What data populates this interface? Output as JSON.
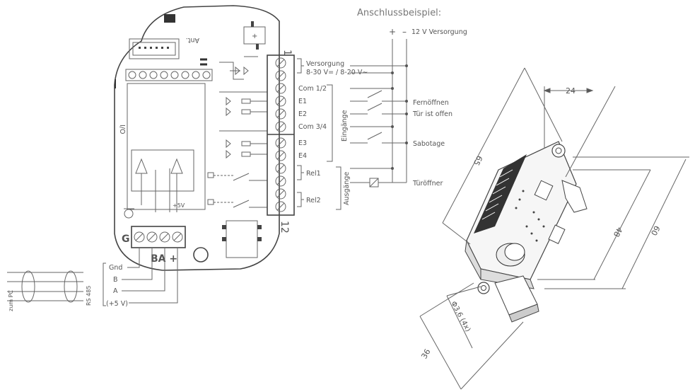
{
  "title": "Anschlussbeispiel:",
  "board": {
    "label_top": "Ant.",
    "label_io": "I/O",
    "label_g": "G",
    "label_ba": "BA +",
    "label_5v": "+5V",
    "terminal_first": "1",
    "terminal_last": "12"
  },
  "supply": {
    "plus": "+",
    "minus": "–",
    "label": "12 V Versorgung"
  },
  "terminals": {
    "versorgung": "Versorgung",
    "versorgung_range": "8-30 V= / 8-20 V∼",
    "com12": "Com 1/2",
    "e1": "E1",
    "e2": "E2",
    "com34": "Com 3/4",
    "e3": "E3",
    "e4": "E4",
    "rel1": "Rel1",
    "rel2": "Rel2",
    "eingaenge": "Eingänge",
    "ausgaenge": "Ausgänge"
  },
  "functions": {
    "fernoeffnen": "Fernöffnen",
    "tuer_offen": "Tür ist offen",
    "sabotage": "Sabotage",
    "tueroeffner": "Türöffner"
  },
  "rs485": {
    "zum_pc": "zum PC",
    "bus": "RS 485",
    "gnd": "Gnd",
    "b": "B",
    "a": "A",
    "v5": "(+5 V)"
  },
  "dimensions": {
    "d24": "24",
    "d65": "65",
    "d48": "48",
    "d60": "60",
    "d36": "36",
    "hole": "Φ3,6 (4x)"
  }
}
